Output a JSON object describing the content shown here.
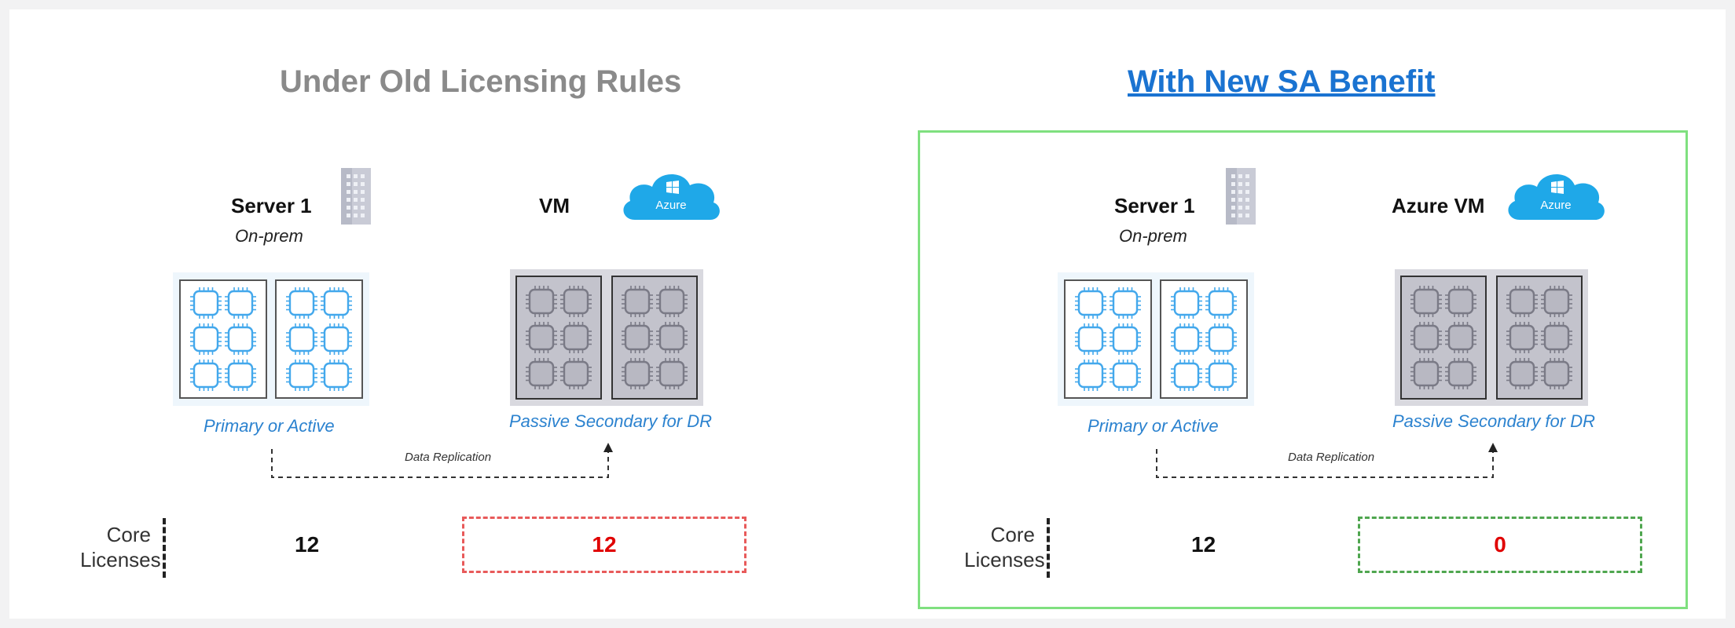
{
  "left": {
    "title": "Under Old Licensing Rules",
    "server_label": "Server 1",
    "server_sub": "On-prem",
    "vm_label": "VM",
    "cloud_text": "Azure",
    "primary_label": "Primary or Active",
    "secondary_label": "Passive Secondary for DR",
    "replication_label": "Data Replication",
    "core_label_1": "Core",
    "core_label_2": "Licenses",
    "primary_cores": "12",
    "secondary_cores": "12"
  },
  "right": {
    "title": "With New SA Benefit",
    "server_label": "Server 1",
    "server_sub": "On-prem",
    "vm_label": "Azure VM",
    "cloud_text": "Azure",
    "primary_label": "Primary or Active",
    "secondary_label": "Passive Secondary for DR",
    "replication_label": "Data Replication",
    "core_label_1": "Core",
    "core_label_2": "Licenses",
    "primary_cores": "12",
    "secondary_cores": "0"
  },
  "colors": {
    "title_left": "#8a8a8a",
    "title_right": "#1a73d1",
    "primary_chip": "#43a8ec",
    "secondary_chip": "#7a7a86",
    "cloud": "#1fa8e8",
    "highlight_frame": "#7fe07f",
    "red": "#e00000"
  }
}
